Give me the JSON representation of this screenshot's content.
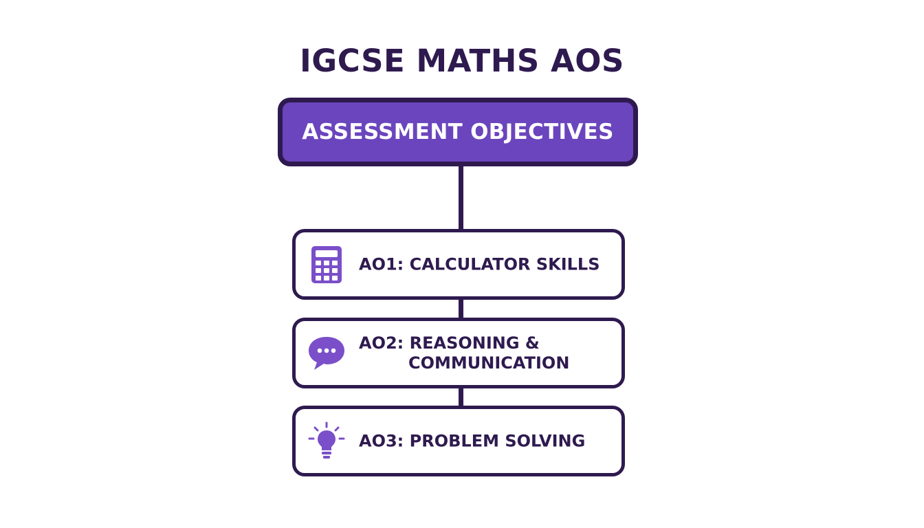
{
  "title": "IGCSE MATHS AOS",
  "root": {
    "label": "ASSESSMENT OBJECTIVES"
  },
  "objectives": [
    {
      "icon": "calculator-icon",
      "label": "AO1: CALCULATOR SKILLS"
    },
    {
      "icon": "chat-bubble-icon",
      "label_line1": "AO2: REASONING &",
      "label_line2": "COMMUNICATION"
    },
    {
      "icon": "lightbulb-icon",
      "label": "AO3: PROBLEM SOLVING"
    }
  ],
  "colors": {
    "dark": "#2e1a4f",
    "accent": "#6b45bd",
    "icon": "#7a4fc9"
  }
}
